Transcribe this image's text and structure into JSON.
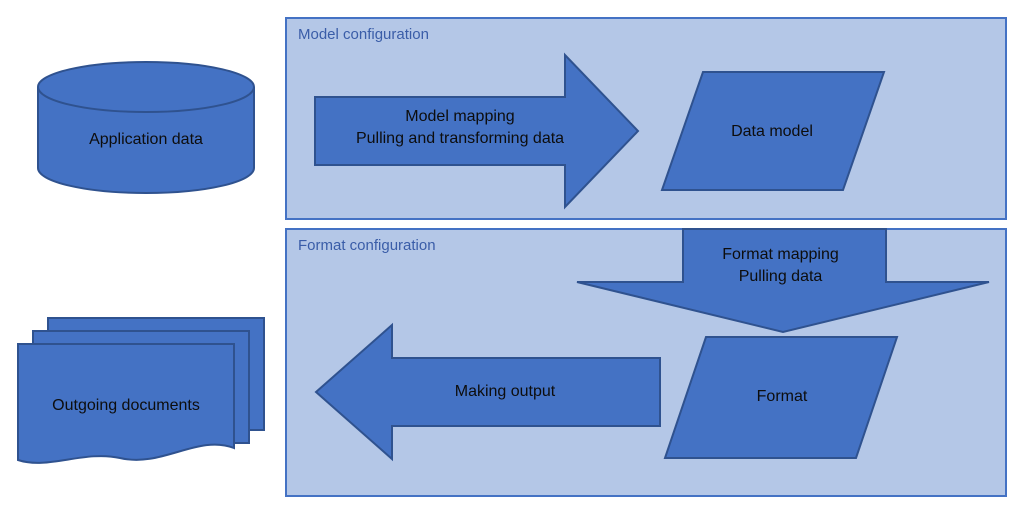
{
  "colors": {
    "shape_fill": "#4472C4",
    "shape_stroke": "#2F528F",
    "container_fill": "#B4C7E7",
    "container_stroke": "#4472C4",
    "title_text": "#3A5DA8",
    "label_text": "#0D0D0D"
  },
  "containers": {
    "model_configuration": {
      "title": "Model configuration"
    },
    "format_configuration": {
      "title": "Format configuration"
    }
  },
  "shapes": {
    "application_data": {
      "label": "Application data"
    },
    "data_model": {
      "label": "Data model"
    },
    "format": {
      "label": "Format"
    },
    "outgoing_documents": {
      "label": "Outgoing documents"
    }
  },
  "arrows": {
    "model_mapping": {
      "line1": "Model mapping",
      "line2": "Pulling and transforming data",
      "direction": "right"
    },
    "format_mapping": {
      "line1": "Format mapping",
      "line2": "Pulling data",
      "direction": "down"
    },
    "making_output": {
      "label": "Making output",
      "direction": "left"
    }
  }
}
